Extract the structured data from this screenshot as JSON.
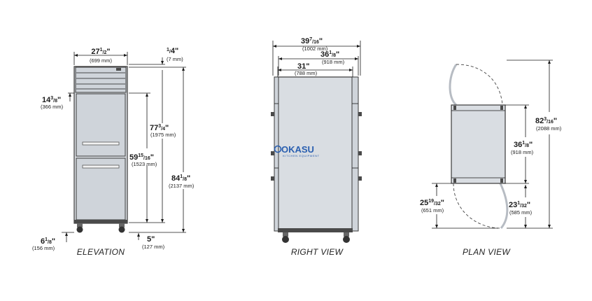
{
  "views": {
    "elevation": "ELEVATION",
    "right": "RIGHT VIEW",
    "plan": "PLAN VIEW"
  },
  "elevation": {
    "width": {
      "whole": "27",
      "num": "1",
      "den": "2",
      "suffix": "\"",
      "mm": "(699 mm)"
    },
    "gap": {
      "num": "1",
      "den": "4",
      "suffix": "\"",
      "mm": "(7 mm)"
    },
    "door_offset": {
      "whole": "14",
      "num": "3",
      "den": "8",
      "suffix": "\"",
      "mm": "(366 mm)"
    },
    "door_height": {
      "whole": "77",
      "num": "3",
      "den": "4",
      "suffix": "\"",
      "mm": "(1975 mm)"
    },
    "lower_height": {
      "whole": "59",
      "num": "15",
      "den": "16",
      "suffix": "\"",
      "mm": "(1523 mm)"
    },
    "overall_height": {
      "whole": "84",
      "num": "1",
      "den": "8",
      "suffix": "\"",
      "mm": "(2137 mm)"
    },
    "caster_height": {
      "whole": "6",
      "num": "1",
      "den": "8",
      "suffix": "\"",
      "mm": "(156 mm)"
    },
    "caster_size": {
      "text": "5\"",
      "mm": "(127 mm)"
    }
  },
  "right_view": {
    "overall_depth": {
      "whole": "39",
      "num": "7",
      "den": "16",
      "suffix": "\"",
      "mm": "(1002 mm)"
    },
    "body_depth": {
      "whole": "36",
      "num": "1",
      "den": "8",
      "suffix": "\"",
      "mm": "(918 mm)"
    },
    "cabinet_depth": {
      "text": "31\"",
      "mm": "(788 mm)"
    }
  },
  "plan_view": {
    "overall": {
      "whole": "82",
      "num": "3",
      "den": "16",
      "suffix": "\"",
      "mm": "(2088 mm)"
    },
    "body": {
      "whole": "36",
      "num": "1",
      "den": "8",
      "suffix": "\"",
      "mm": "(918 mm)"
    },
    "left_swing": {
      "whole": "25",
      "num": "19",
      "den": "32",
      "suffix": "\"",
      "mm": "(651 mm)"
    },
    "right_swing": {
      "whole": "23",
      "num": "1",
      "den": "32",
      "suffix": "\"",
      "mm": "(585 mm)"
    }
  },
  "watermark": {
    "brand": "OKASU",
    "tagline": "KITCHEN EQUIPMENT"
  }
}
